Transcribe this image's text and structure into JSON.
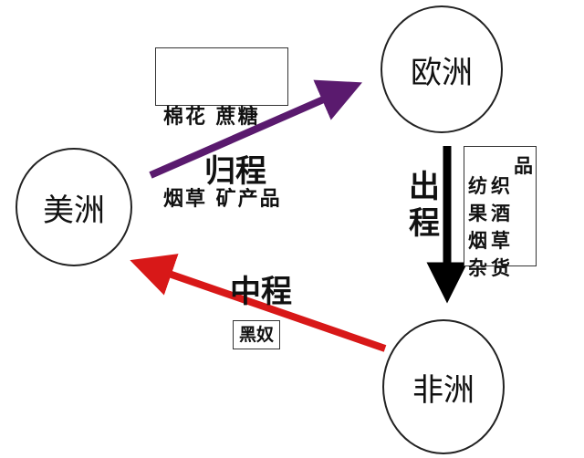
{
  "nodes": {
    "america": "美洲",
    "europe": "欧洲",
    "africa": "非洲"
  },
  "legs": {
    "return": "归程",
    "outbound": "出程",
    "middle": "中程"
  },
  "goods": {
    "return_row1": "棉花 蔗糖",
    "return_row2": "烟草 矿产品",
    "outbound_col1": "纺果烟杂",
    "outbound_col2": "织酒草货",
    "outbound_col3": "品",
    "middle": "黑奴"
  },
  "colors": {
    "return": "#5a1a6e",
    "middle": "#d81818",
    "outbound": "#000000"
  }
}
